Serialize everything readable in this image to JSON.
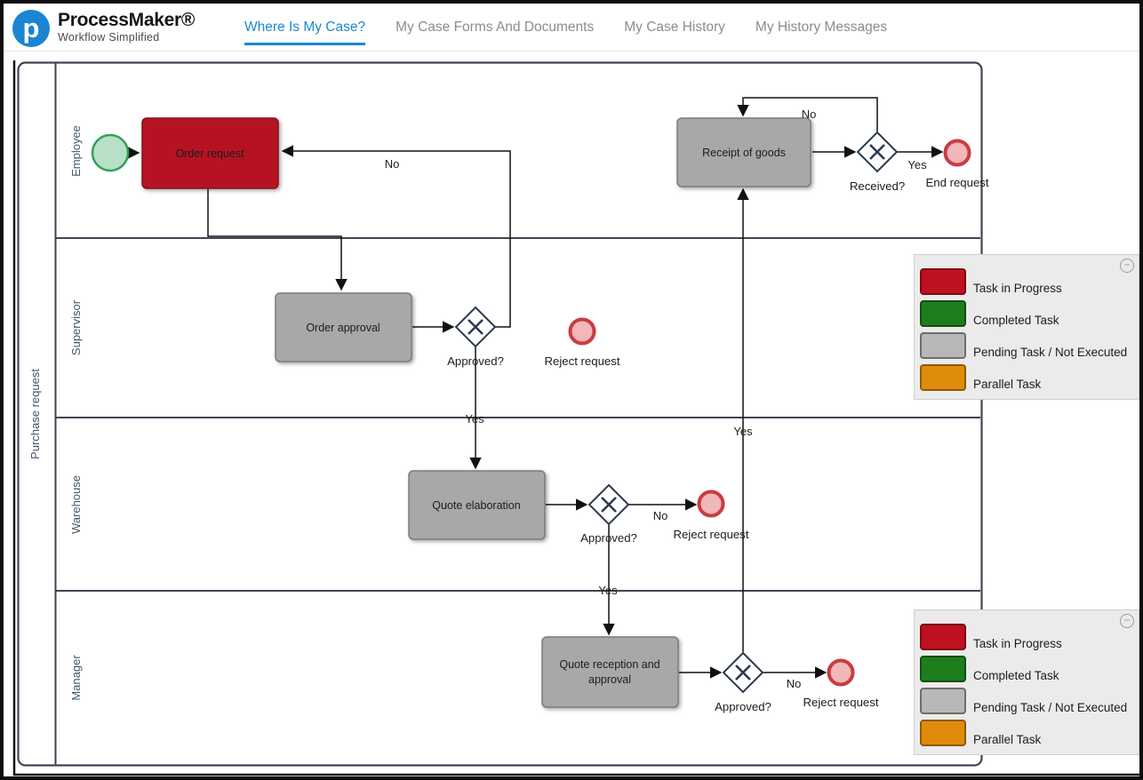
{
  "header": {
    "brand": {
      "logo_letter": "p",
      "name": "ProcessMaker®",
      "tagline": "Workflow Simplified"
    },
    "nav": {
      "items": [
        {
          "label": "Where Is My Case?",
          "active": true
        },
        {
          "label": "My Case Forms And Documents",
          "active": false
        },
        {
          "label": "My Case History",
          "active": false
        },
        {
          "label": "My History Messages",
          "active": false
        }
      ]
    }
  },
  "diagram": {
    "pool": {
      "label": "Purchase request"
    },
    "lanes": [
      {
        "label": "Employee"
      },
      {
        "label": "Supervisor"
      },
      {
        "label": "Warehouse"
      },
      {
        "label": "Manager"
      }
    ],
    "tasks": {
      "order_request": {
        "label": "Order request",
        "status": "task-in-progress"
      },
      "order_approval": {
        "label": "Order approval",
        "status": "pending"
      },
      "quote_elaboration": {
        "label": "Quote elaboration",
        "status": "pending"
      },
      "quote_reception": {
        "label_line1": "Quote reception and",
        "label_line2": "approval",
        "status": "pending"
      },
      "receipt_of_goods": {
        "label": "Receipt of goods",
        "status": "pending"
      }
    },
    "gateways": {
      "approved_supervisor": {
        "label": "Approved?"
      },
      "approved_warehouse": {
        "label": "Approved?"
      },
      "approved_manager": {
        "label": "Approved?"
      },
      "received": {
        "label": "Received?"
      }
    },
    "events": {
      "end_request": {
        "label": "End request"
      },
      "reject_supervisor": {
        "label": "Reject request"
      },
      "reject_warehouse": {
        "label": "Reject request"
      },
      "reject_manager": {
        "label": "Reject request"
      }
    },
    "flow_labels": {
      "sup_no": "No",
      "sup_yes": "Yes",
      "wh_no": "No",
      "wh_yes": "Yes",
      "mgr_no": "No",
      "mgr_yes": "Yes",
      "recv_no": "No",
      "recv_yes": "Yes"
    }
  },
  "legend": {
    "collapse_icon": "−",
    "items": [
      {
        "label": "Task in Progress",
        "color": "#bf1120"
      },
      {
        "label": "Completed Task",
        "color": "#1e7e1e"
      },
      {
        "label": "Pending Task / Not Executed",
        "color": "#b8b8b8"
      },
      {
        "label": "Parallel Task",
        "color": "#df8c0c"
      }
    ]
  },
  "colors": {
    "nav_active": "#1d87d3",
    "brand_blue": "#1a85d0",
    "task_in_progress_fill": "#b61322",
    "task_pending_fill": "#a8a8a8",
    "start_event_fill": "#b9dfc7",
    "start_event_stroke": "#2fa156",
    "end_event_fill": "#f1b7b9",
    "end_event_stroke": "#c93c42",
    "gateway_stroke": "#2c3a4f",
    "lane_stroke": "#3d4653"
  }
}
